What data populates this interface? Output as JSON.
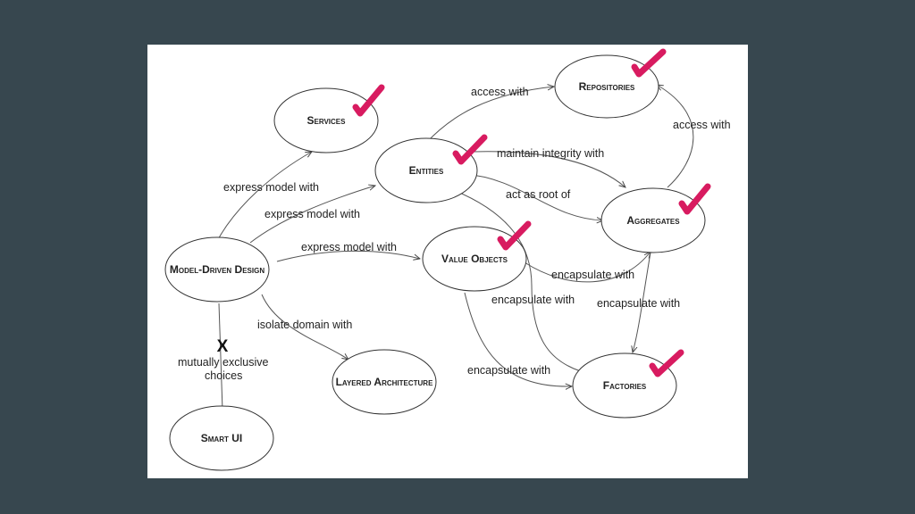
{
  "colors": {
    "background": "#37474f",
    "slide": "#ffffff",
    "check": "#d81b60",
    "cross": "#111111"
  },
  "nodes": {
    "services": {
      "label": "Services",
      "checked": true
    },
    "repositories": {
      "label": "Repositories",
      "checked": true
    },
    "entities": {
      "label": "Entities",
      "checked": true
    },
    "aggregates": {
      "label": "Aggregates",
      "checked": true
    },
    "value_objects": {
      "label": "Value Objects",
      "checked": true
    },
    "model_driven": {
      "label": "Model-Driven Design"
    },
    "layered": {
      "label": "Layered Architecture"
    },
    "factories": {
      "label": "Factories",
      "checked": true
    },
    "smart_ui": {
      "label": "Smart UI"
    }
  },
  "edges": {
    "mdd_services": "express model with",
    "mdd_entities": "express model with",
    "mdd_value_objects": "express model with",
    "mdd_layered": "isolate domain with",
    "mdd_smart_ui_line1": "mutually exclusive",
    "mdd_smart_ui_line2": "choices",
    "entities_repositories": "access with",
    "entities_aggregates_integrity": "maintain integrity with",
    "entities_aggregates_root": "act as root of",
    "aggregates_repositories": "access with",
    "value_objects_aggregates": "encapsulate with",
    "entities_factories": "encapsulate with",
    "aggregates_factories": "encapsulate with",
    "value_objects_factories": "encapsulate with"
  },
  "cross_mark": "X"
}
